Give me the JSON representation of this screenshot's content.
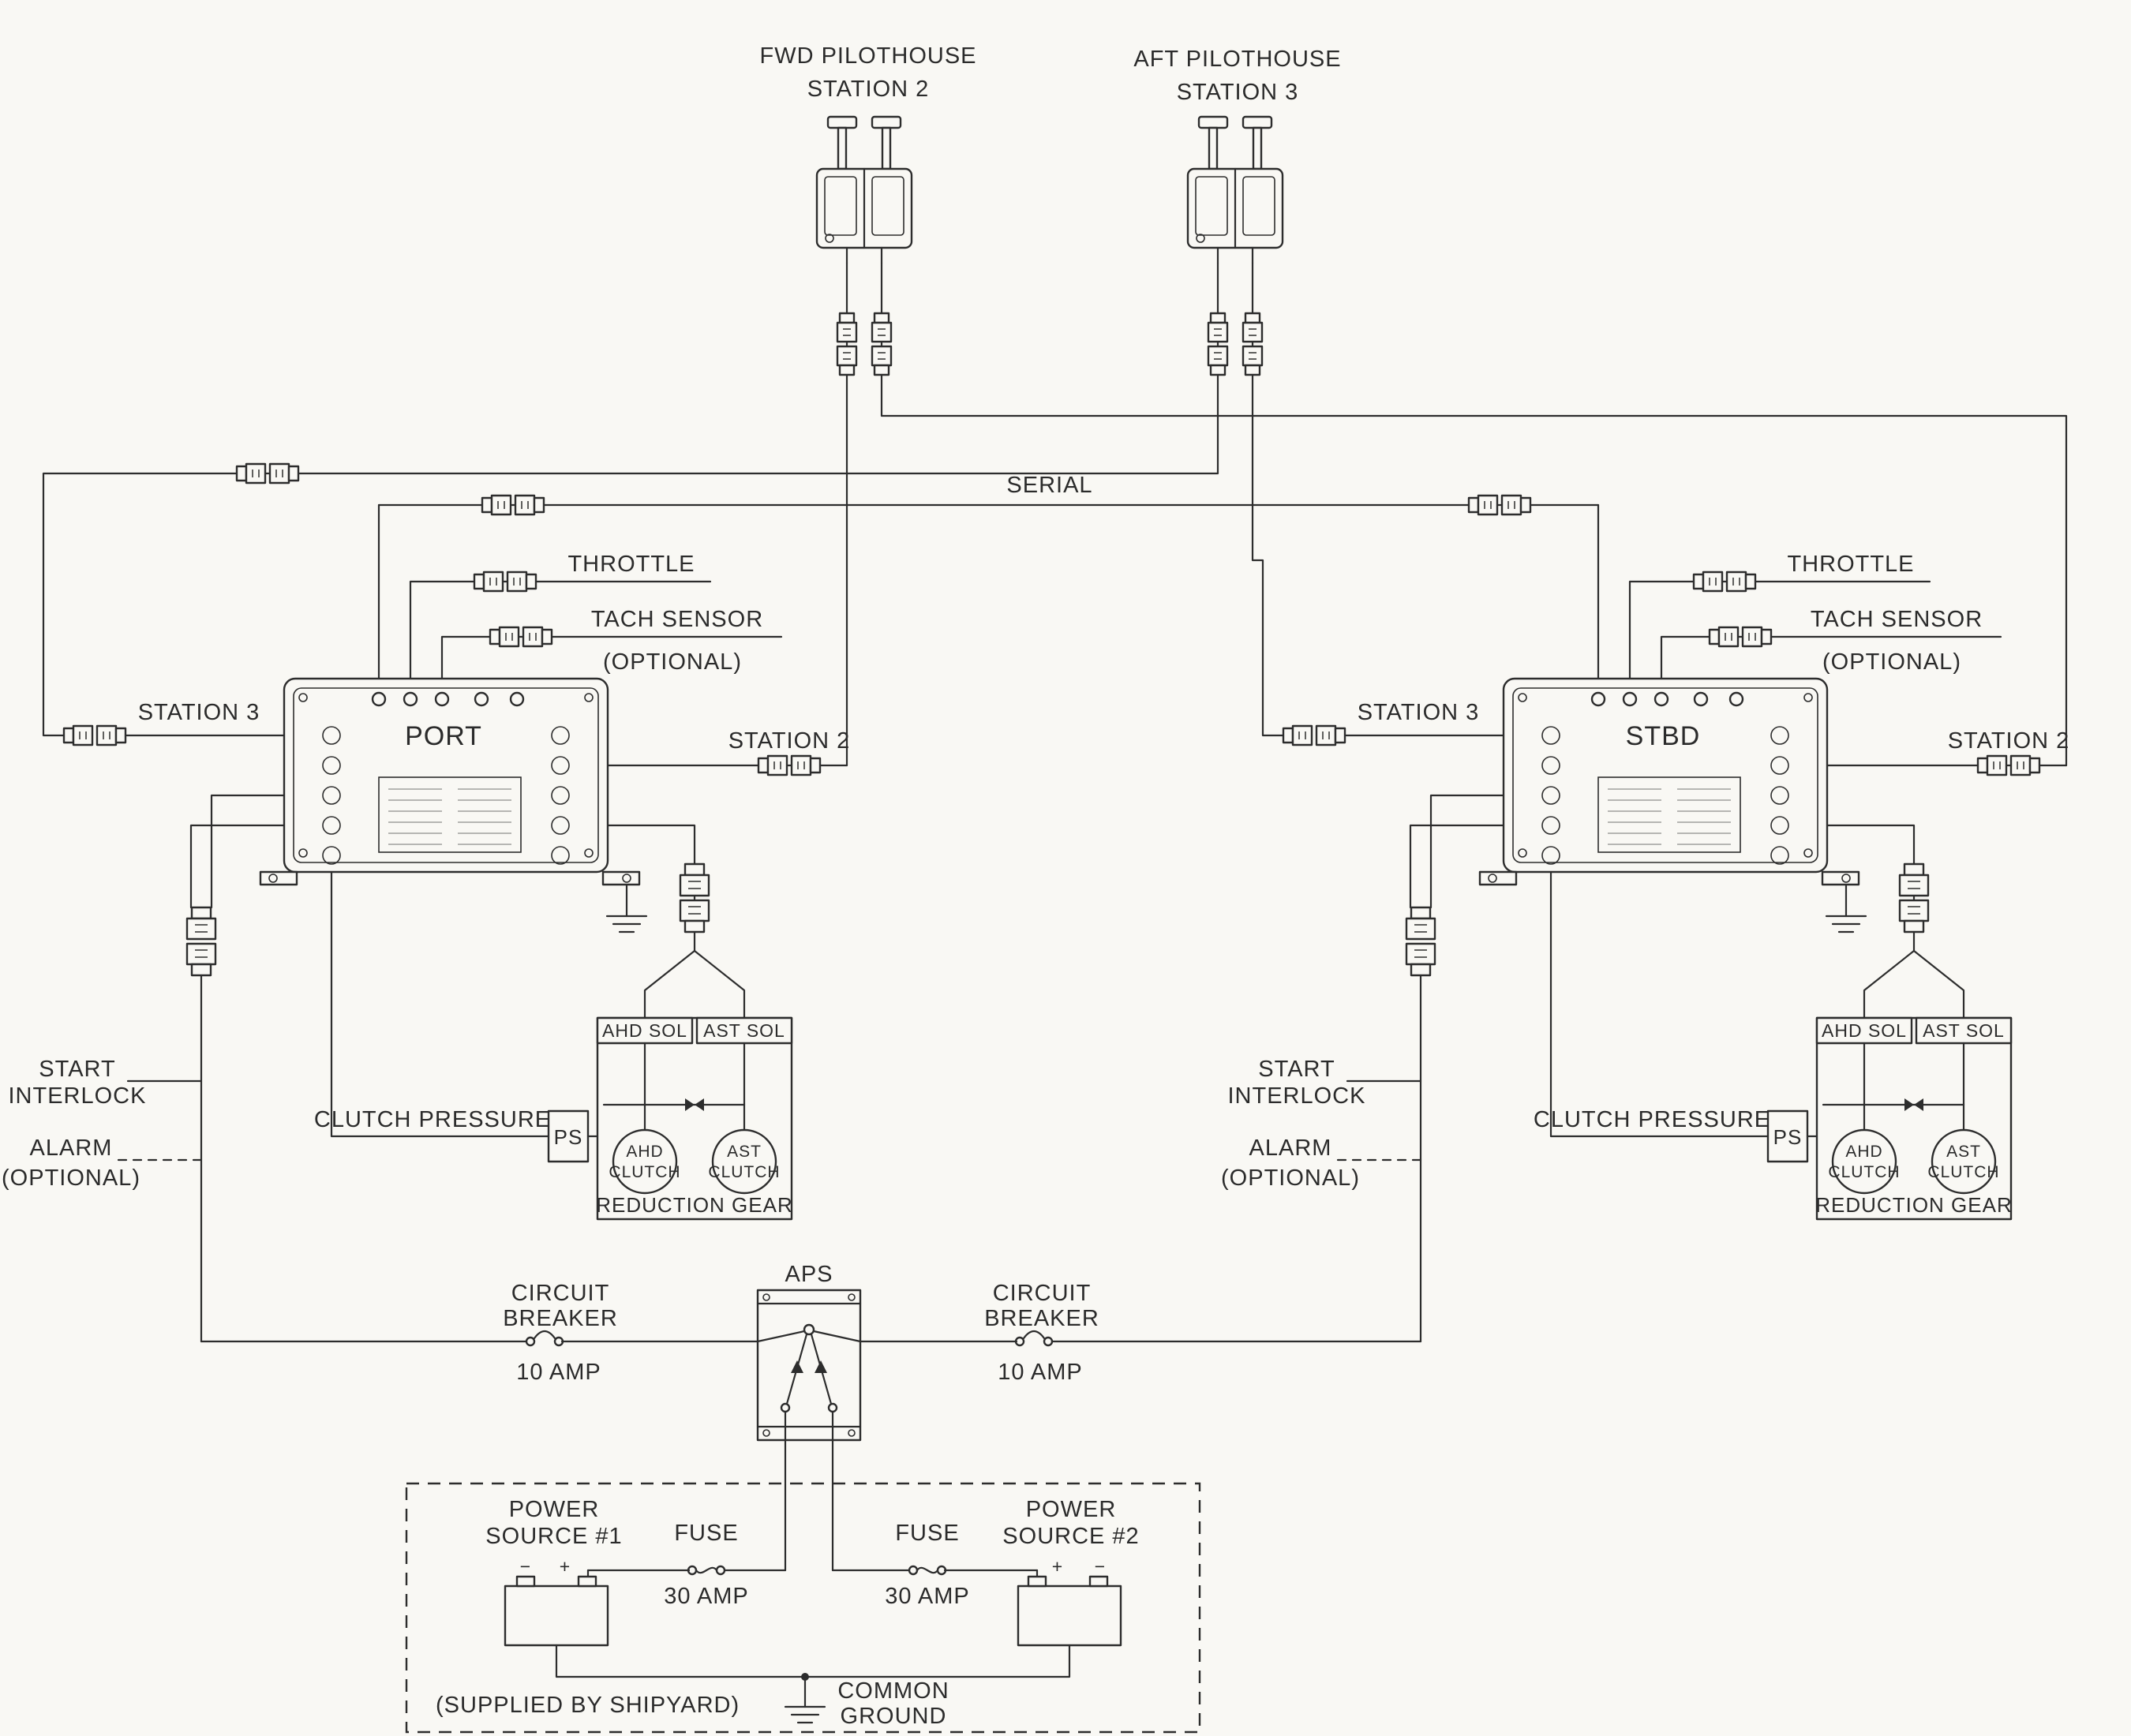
{
  "stations": {
    "fwd": {
      "line1": "FWD PILOTHOUSE",
      "line2": "STATION 2"
    },
    "aft": {
      "line1": "AFT PILOTHOUSE",
      "line2": "STATION 3"
    }
  },
  "bus": {
    "serial": "SERIAL"
  },
  "port": {
    "name": "PORT",
    "throttle": "THROTTLE",
    "tach_line1": "TACH SENSOR",
    "tach_line2": "(OPTIONAL)",
    "station3": "STATION 3",
    "station2": "STATION 2",
    "start_line1": "START",
    "start_line2": "INTERLOCK",
    "alarm_line1": "ALARM",
    "alarm_line2": "(OPTIONAL)",
    "clutch_pressure": "CLUTCH PRESSURE",
    "ps": "PS",
    "ahd_sol": "AHD SOL",
    "ast_sol": "AST SOL",
    "ahd_clutch_line1": "AHD",
    "ahd_clutch_line2": "CLUTCH",
    "ast_clutch_line1": "AST",
    "ast_clutch_line2": "CLUTCH",
    "reduction_gear": "REDUCTION GEAR",
    "breaker_line1": "CIRCUIT",
    "breaker_line2": "BREAKER",
    "breaker_amps": "10 AMP"
  },
  "stbd": {
    "name": "STBD",
    "throttle": "THROTTLE",
    "tach_line1": "TACH SENSOR",
    "tach_line2": "(OPTIONAL)",
    "station3": "STATION 3",
    "station2": "STATION 2",
    "start_line1": "START",
    "start_line2": "INTERLOCK",
    "alarm_line1": "ALARM",
    "alarm_line2": "(OPTIONAL)",
    "clutch_pressure": "CLUTCH PRESSURE",
    "ps": "PS",
    "ahd_sol": "AHD SOL",
    "ast_sol": "AST SOL",
    "ahd_clutch_line1": "AHD",
    "ahd_clutch_line2": "CLUTCH",
    "ast_clutch_line1": "AST",
    "ast_clutch_line2": "CLUTCH",
    "reduction_gear": "REDUCTION GEAR",
    "breaker_line1": "CIRCUIT",
    "breaker_line2": "BREAKER",
    "breaker_amps": "10 AMP"
  },
  "power": {
    "aps": "APS",
    "source1_line1": "POWER",
    "source1_line2": "SOURCE #1",
    "fuse1": "FUSE",
    "fuse1_amps": "30 AMP",
    "fuse2": "FUSE",
    "fuse2_amps": "30 AMP",
    "source2_line1": "POWER",
    "source2_line2": "SOURCE #2",
    "battery1_minus": "−",
    "battery1_plus": "+",
    "battery2_plus": "+",
    "battery2_minus": "−",
    "common_line1": "COMMON",
    "common_line2": "GROUND",
    "supplied_by": "(SUPPLIED BY SHIPYARD)"
  }
}
